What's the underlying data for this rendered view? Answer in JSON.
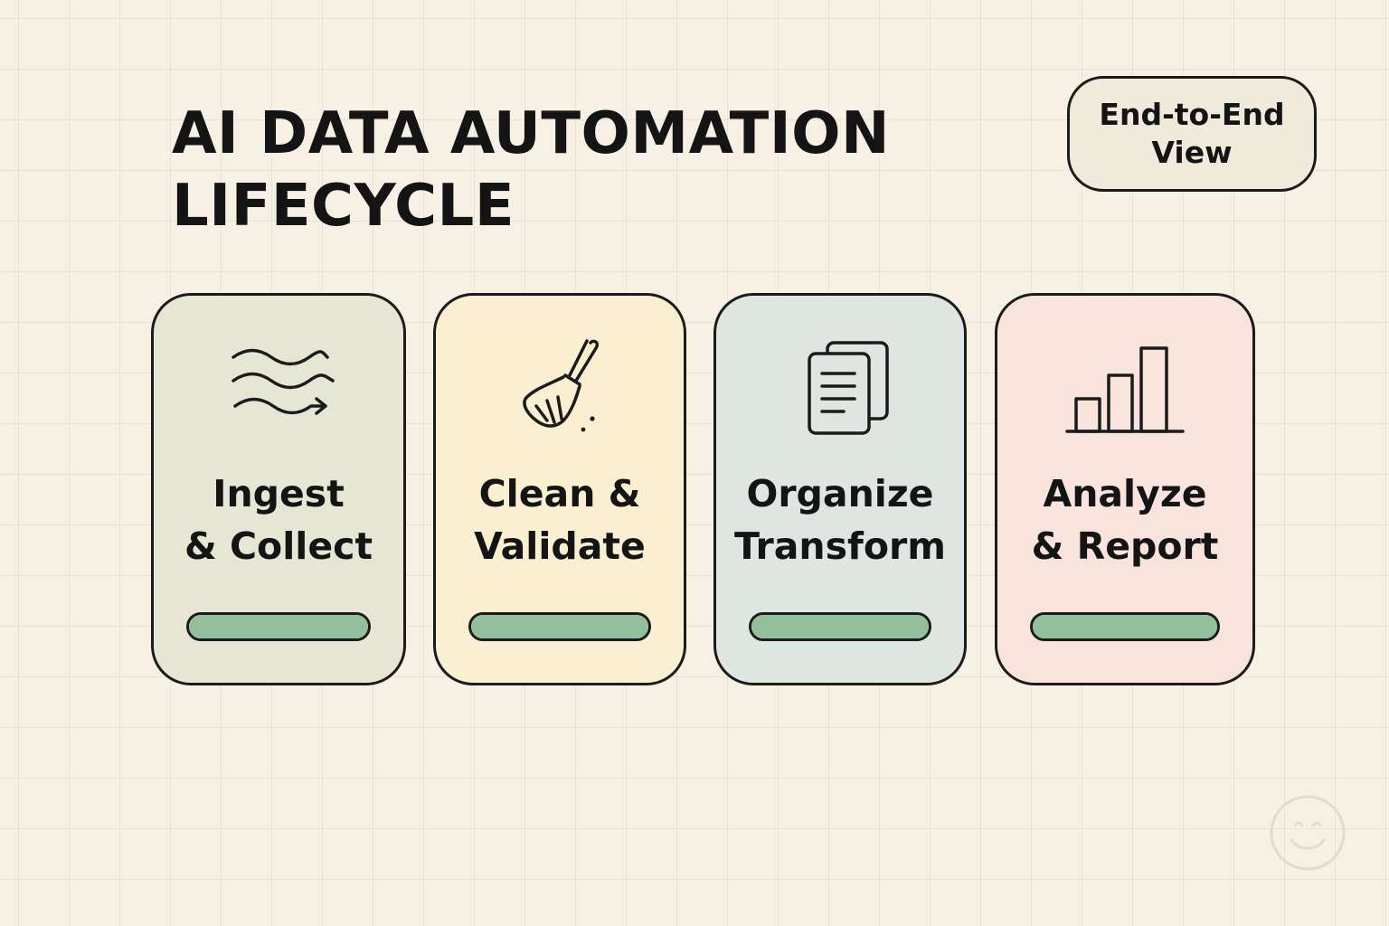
{
  "header": {
    "title_line1": "AI DATA AUTOMATION",
    "title_line2": "LIFECYCLE",
    "badge_line1": "End-to-End",
    "badge_line2": "View"
  },
  "stages": [
    {
      "line1": "Ingest",
      "line2": "& Collect",
      "icon": "wavy-lines-arrow-icon",
      "background": "#e6e6d4",
      "progress": 1.0
    },
    {
      "line1": "Clean &",
      "line2": "Validate",
      "icon": "broom-icon",
      "background": "#fbefd2",
      "progress": 1.0
    },
    {
      "line1": "Organize",
      "line2": "Transform",
      "icon": "stacked-documents-icon",
      "background": "#dfe6e2",
      "progress": 1.0
    },
    {
      "line1": "Analyze",
      "line2": "& Report",
      "icon": "bar-chart-icon",
      "background": "#f8e4dc",
      "progress": 1.0
    }
  ],
  "colors": {
    "page_background": "#f7f1e5",
    "outline": "#1b1b1b",
    "progress_fill": "#93c09a",
    "badge_background": "#efeadb"
  },
  "decoration": {
    "corner_icon": "smiley-icon"
  }
}
